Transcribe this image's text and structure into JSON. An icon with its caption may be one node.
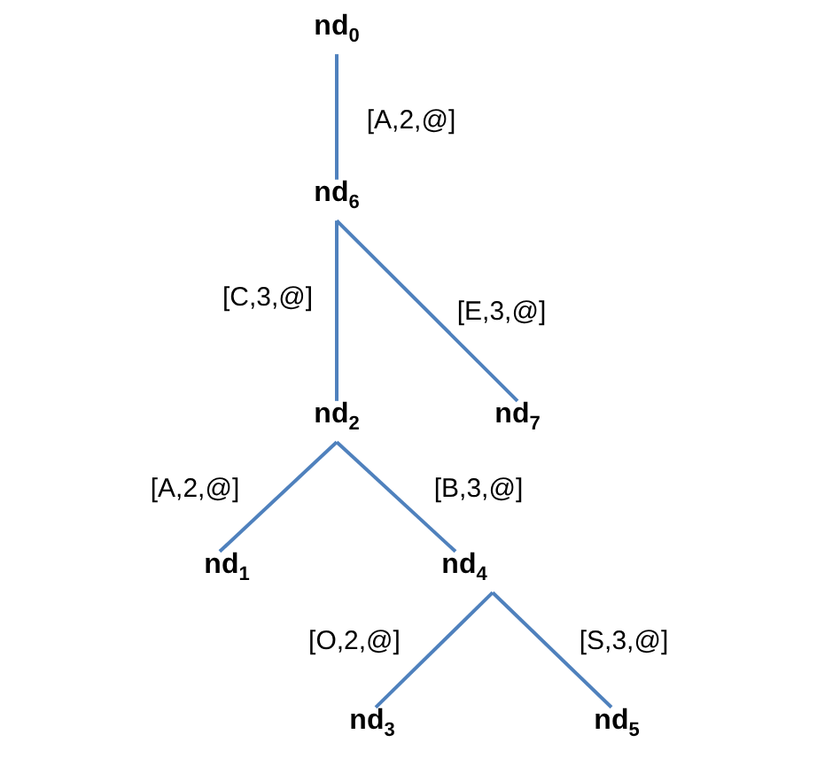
{
  "diagram": {
    "nodes": [
      {
        "text": [
          "nd$_{0}$"
        ]
      },
      {
        "text": [
          "nd$_{6}$"
        ]
      },
      {
        "text": [
          "nd$_{2}$"
        ]
      },
      {
        "text": [
          "nd$_{7}$"
        ]
      },
      {
        "text": [
          "nd$_{1}$"
        ]
      },
      {
        "text": [
          "nd$_{4}$"
        ]
      },
      {
        "text": [
          "nd$_{3}$"
        ]
      },
      {
        "text": [
          "nd$_{5}$"
        ]
      }
    ],
    "edges": [
      {
        "from": 0,
        "to": 1,
        "arrow": "none",
        "label": "[A,2,@]"
      },
      {
        "from": 1,
        "to": 2,
        "arrow": "none",
        "label": "[C,3,@]"
      },
      {
        "from": 1,
        "to": 3,
        "arrow": "none",
        "label": "[E,3,@]"
      },
      {
        "from": 2,
        "to": 4,
        "arrow": "none",
        "label": "[A,2,@]"
      },
      {
        "from": 2,
        "to": 5,
        "arrow": "none",
        "label": "[B,3,@]"
      },
      {
        "from": 5,
        "to": 6,
        "arrow": "none",
        "label": "[O,2,@]"
      },
      {
        "from": 5,
        "to": 7,
        "arrow": "none",
        "label": "[S,3,@]"
      }
    ]
  }
}
